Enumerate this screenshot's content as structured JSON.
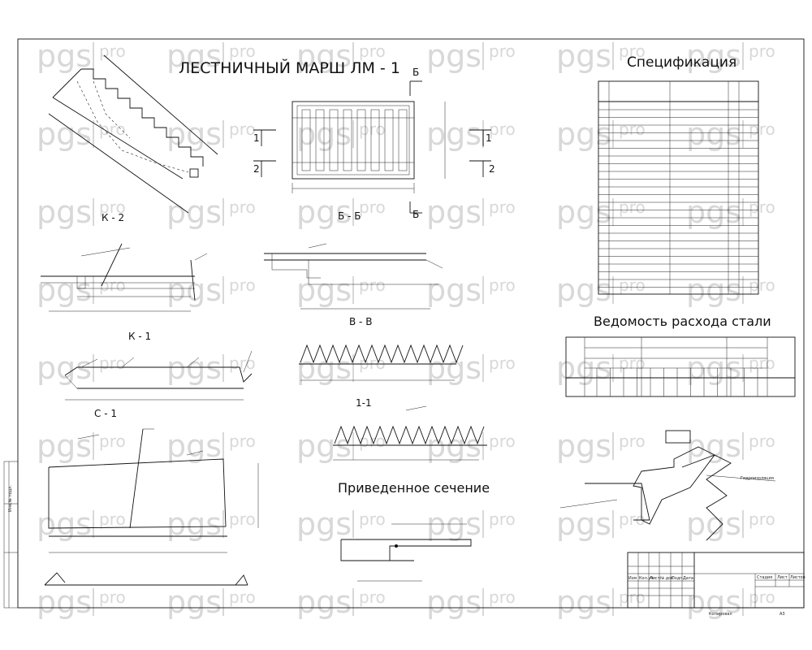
{
  "titles": {
    "main": "ЛЕСТНИЧНЫЙ МАРШ ЛМ - 1",
    "spec": "Спецификация",
    "steel": "Ведомость расхода стали",
    "section": "Приведенное сечение"
  },
  "views": {
    "k2": "К - 2",
    "bb": "Б - Б",
    "k1": "К - 1",
    "vv": "В - В",
    "c1": "С - 1",
    "s11": "1-1"
  },
  "section_marks": {
    "b": "Б",
    "one": "1",
    "two": "2"
  },
  "watermark": {
    "brand": "pgs",
    "suffix": "pro"
  },
  "stamp": {
    "headers": [
      "Изм",
      "Кол.уч",
      "Лист",
      "№ док",
      "Подп.",
      "Дата"
    ],
    "stage_cols": [
      "Стадия",
      "Лист",
      "Листов"
    ],
    "copied": "Копировал",
    "format": "А3",
    "side_label": "Инв.№ подл."
  },
  "annotations": {
    "insulation": "Гидроизоляция"
  }
}
